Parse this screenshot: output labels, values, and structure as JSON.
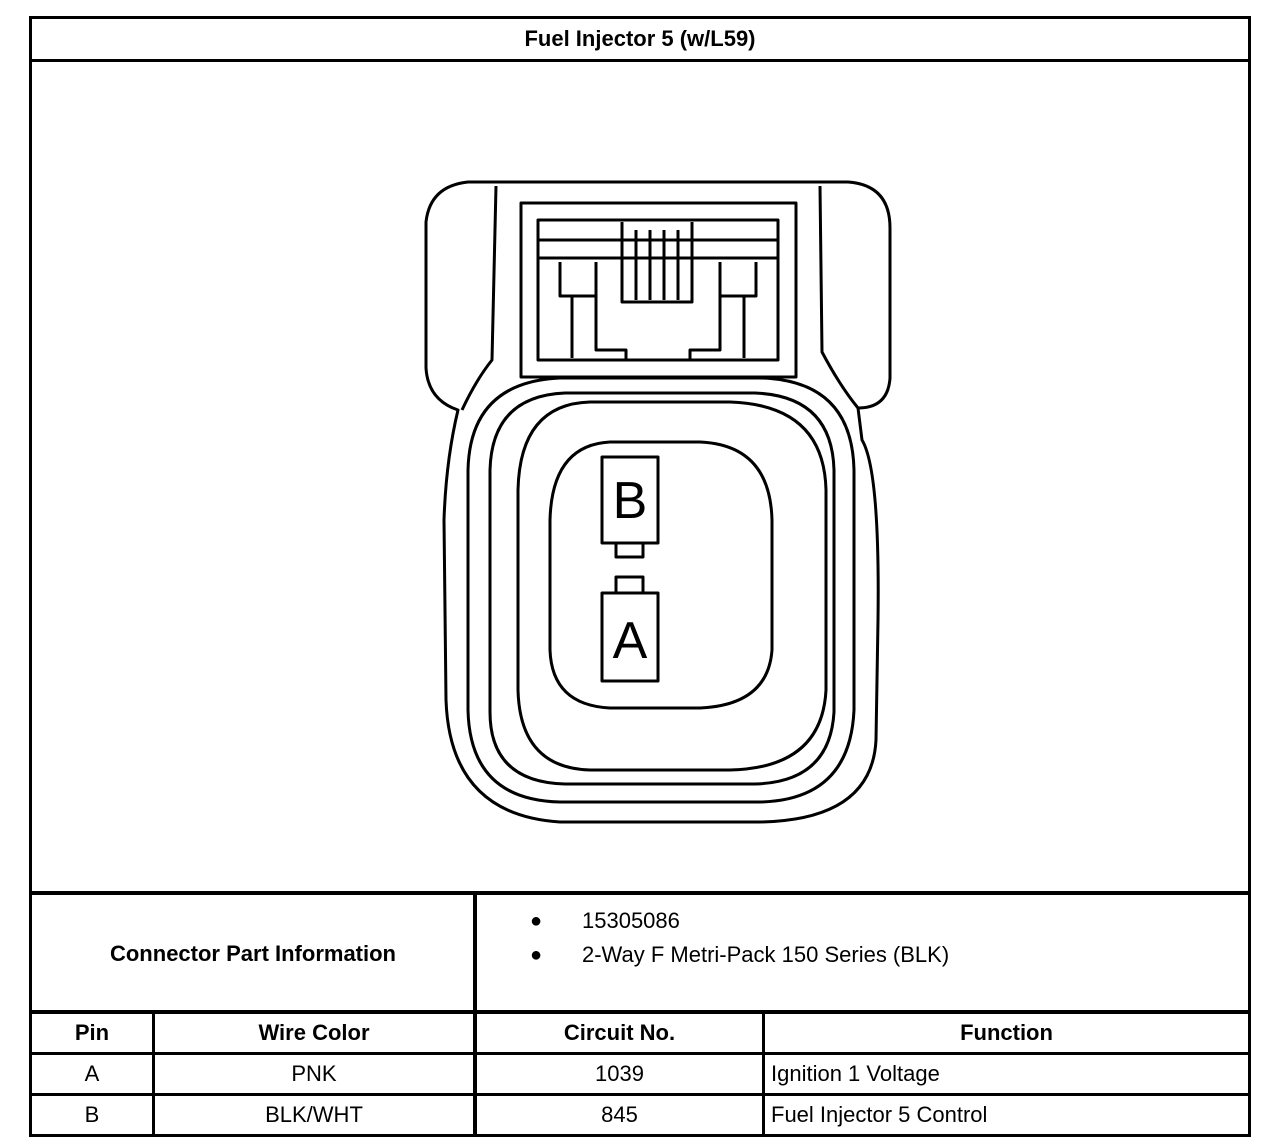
{
  "title": "Fuel Injector 5 (w/L59)",
  "connector": {
    "pin_labels": [
      "B",
      "A"
    ]
  },
  "part_info": {
    "label": "Connector Part Information",
    "items": [
      "15305086",
      "2-Way F Metri-Pack 150 Series (BLK)"
    ],
    "bullet": "●"
  },
  "table": {
    "headers": [
      "Pin",
      "Wire Color",
      "Circuit No.",
      "Function"
    ],
    "rows": [
      [
        "A",
        "PNK",
        "1039",
        "Ignition 1 Voltage"
      ],
      [
        "B",
        "BLK/WHT",
        "845",
        "Fuel Injector 5 Control"
      ]
    ]
  }
}
